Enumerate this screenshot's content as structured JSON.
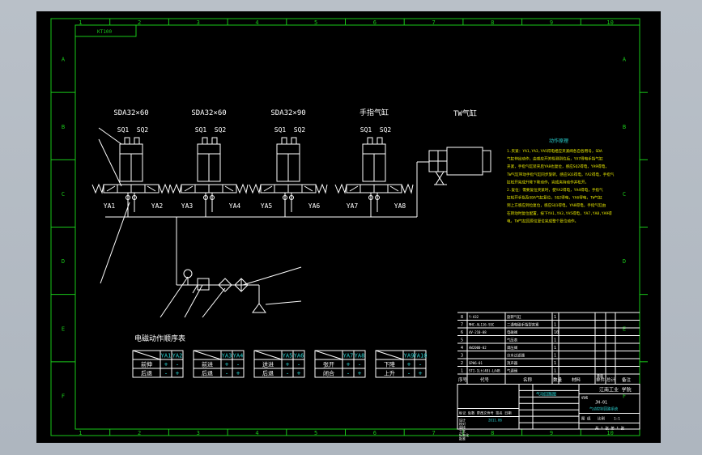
{
  "frame": {
    "col_numbers": [
      "1",
      "2",
      "3",
      "4",
      "5",
      "6",
      "7",
      "8",
      "9",
      "10"
    ],
    "row_letters": [
      "A",
      "B",
      "C",
      "D",
      "E",
      "F"
    ],
    "stamp": "KT100"
  },
  "cylinders": [
    {
      "title": "SDA32×60",
      "sensors": [
        "SQ1",
        "SQ2"
      ],
      "valves": [
        "YA1",
        "YA2"
      ]
    },
    {
      "title": "SDA32×60",
      "sensors": [
        "SQ1",
        "SQ2"
      ],
      "valves": [
        "YA3",
        "YA4"
      ]
    },
    {
      "title": "SDA32×90",
      "sensors": [
        "SQ1",
        "SQ2"
      ],
      "valves": [
        "YA5",
        "YA6"
      ]
    },
    {
      "title": "手指气缸",
      "sensors": [
        "SQ1",
        "SQ2"
      ],
      "valves": [
        "YA7",
        "YA8"
      ]
    }
  ],
  "tw_cylinder": {
    "title": "TW气缸"
  },
  "notes": {
    "title": "动作原理",
    "lines": [
      "1.夹紧：YA1,YA3,YA5得电相应夹紧阀各自各用号，SDA",
      "  气缸伸出动作，由感应开关检测到位后，YA7得电手指气缸",
      "  夹紧，手指气缸装夹后YA8也复位，感应SQ2得电，YA9得电，",
      "  TW气缸带动手指气缸同步旋转，感应SQ1得电，YA2得电，手指气",
      "  缸松开完成升降下降动作，完成夹持动作并松开。",
      "2.复位：需要复位夹紧时，使YA2得电，YA4得电，手指气",
      "  缸松开手指及SDA气缸复位，SQ2得电，YA6得电，TW气缸",
      "  到上方感应到位复位，感应SQ1得电，YA8得电，手指气缸由",
      "  在转动时复位配置，按下YA1,YA3,YA5得电，YA7,YA8,YA9得",
      "  电，TW气缸回原位复位完成整个复位动作。"
    ]
  },
  "sequence": {
    "title": "电磁动作顺序表",
    "tables": [
      {
        "cols": [
          "YA1",
          "YA2"
        ],
        "rows": [
          {
            "label": "前伸",
            "vals": [
              "+",
              "-"
            ]
          },
          {
            "label": "后退",
            "vals": [
              "-",
              "+"
            ]
          }
        ]
      },
      {
        "cols": [
          "YA3",
          "YA4"
        ],
        "rows": [
          {
            "label": "前进",
            "vals": [
              "+",
              "-"
            ]
          },
          {
            "label": "后退",
            "vals": [
              "-",
              "+"
            ]
          }
        ]
      },
      {
        "cols": [
          "YA5",
          "YA6"
        ],
        "rows": [
          {
            "label": "送进",
            "vals": [
              "+",
              "-"
            ]
          },
          {
            "label": "后退",
            "vals": [
              "-",
              "+"
            ]
          }
        ]
      },
      {
        "cols": [
          "YA7",
          "YA8"
        ],
        "rows": [
          {
            "label": "张开",
            "vals": [
              "+",
              "-"
            ]
          },
          {
            "label": "闭合",
            "vals": [
              "-",
              "+"
            ]
          }
        ]
      },
      {
        "cols": [
          "YA9",
          "YA10"
        ],
        "rows": [
          {
            "label": "下降",
            "vals": [
              "+",
              "-"
            ]
          },
          {
            "label": "上升",
            "vals": [
              "-",
              "+"
            ]
          }
        ]
      }
    ]
  },
  "bom": {
    "rows": [
      {
        "no": "8",
        "code": "Y-A32",
        "name": "旋转气缸",
        "qty": "1"
      },
      {
        "no": "7",
        "code": "MHC-AL116-SSC",
        "name": "二通电磁手指型夹紧",
        "qty": "1"
      },
      {
        "no": "6",
        "code": "4V-210-08",
        "name": "电磁阀",
        "qty": "10"
      },
      {
        "no": "5",
        "code": "",
        "name": "气压表",
        "qty": "1"
      },
      {
        "no": "4",
        "code": "AW2000-02",
        "name": "调压阀",
        "qty": "1"
      },
      {
        "no": "3",
        "code": "",
        "name": "分水过滤器",
        "qty": "1"
      },
      {
        "no": "2",
        "code": "SPH6-01",
        "name": "消声器",
        "qty": "1"
      },
      {
        "no": "1",
        "code": "STI-1Lt(48)-LA4B",
        "name": "气源阀",
        "qty": "1"
      }
    ],
    "header": {
      "no": "序号",
      "code": "代号",
      "name": "名称",
      "qty": "数量",
      "material": "材料",
      "single": "单件",
      "total": "总计",
      "weight": "重量",
      "note": "备注"
    },
    "company": "江南工业 学院",
    "drawing_title": "气动回路图",
    "drawing_no": "JH-01",
    "dept": "机械",
    "product": "气动控制回路系统",
    "cell_dims": "图 纸",
    "scale_label": "比例",
    "scale": "1:1",
    "sheet": "共 1 张 第 1 张",
    "signatures": [
      "设计",
      "校对",
      "审核",
      "工艺",
      "标准化",
      "批准"
    ],
    "date": "2011.06",
    "sign_row": "标记 处数 更改文件号 签名 日期"
  }
}
